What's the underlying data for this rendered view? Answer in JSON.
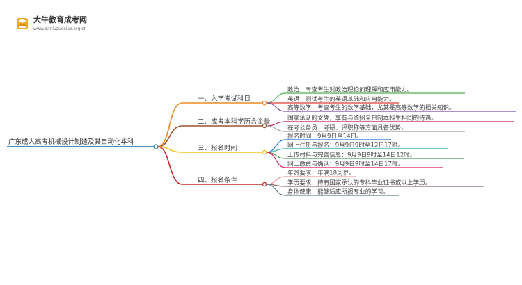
{
  "logo": {
    "name": "大牛教育成考网",
    "url": "www.daniuzuesiao.org.cn",
    "colors": {
      "text": "#333333",
      "icon_main": "#f5a623",
      "icon_dark": "#e08e0b"
    }
  },
  "root": {
    "label": "广东成人高考机械设计制造及其自动化本科",
    "line_color": "#4a90c2"
  },
  "branches": [
    {
      "label": "一、入学考试科目",
      "color": "#f08a24",
      "children": [
        {
          "label": "政治：考查考生对政治理论的理解和应用能力。",
          "color": "#4caf50"
        },
        {
          "label": "英语：测试考生的英语基础和应用能力。",
          "color": "#e53935"
        },
        {
          "label": "高等数学：考查考生的数学基础，尤其是高等数学的相关知识。",
          "color": "#7b4fa3"
        }
      ]
    },
    {
      "label": "二、成考本科学历含金量",
      "color": "#a0522d",
      "children": [
        {
          "label": "国家承认的文凭，享有与统招全日制本科生相同的待遇。",
          "color": "#c2185b"
        },
        {
          "label": "在考公务员、考研、评职称等方面具备优势。",
          "color": "#9e9e9e"
        }
      ]
    },
    {
      "label": "三、报名时间",
      "color": "#f0c419",
      "children": [
        {
          "label": "报名时间：9月9日至14日。",
          "color": "#1976d2"
        },
        {
          "label": "网上注册与报名：9月9日9时至12日17时。",
          "color": "#26a69a"
        },
        {
          "label": "上传材料与完善信息：9月9日9时至14日12时。",
          "color": "#43a047"
        },
        {
          "label": "网上缴费与确认：9月9日9时至14日17时。",
          "color": "#d81b60"
        }
      ]
    },
    {
      "label": "四、报名条件",
      "color": "#c62828",
      "children": [
        {
          "label": "年龄要求：年满18周岁。",
          "color": "#ef9a9a"
        },
        {
          "label": "学历要求：持有国家承认的专科毕业证书或以上学历。",
          "color": "#8d6e63"
        },
        {
          "label": "身体健康：能够适应所报专业的学习。",
          "color": "#607d8b"
        }
      ]
    }
  ]
}
